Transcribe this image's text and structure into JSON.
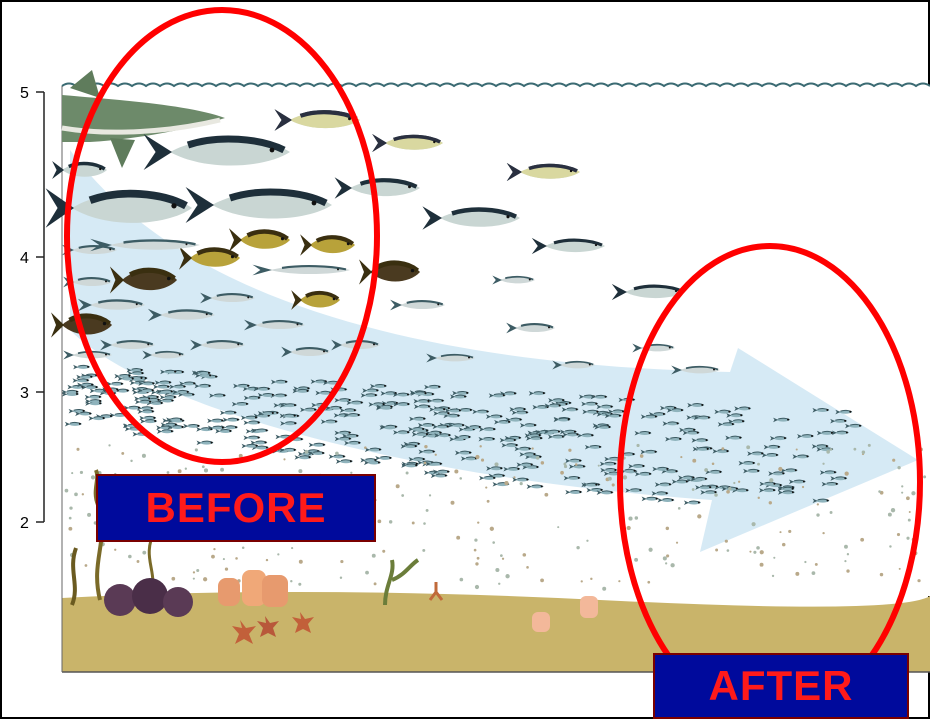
{
  "axis": {
    "ticks": [
      "5",
      "4",
      "3",
      "2"
    ]
  },
  "labels": {
    "before": "BEFORE",
    "after": "AFTER"
  },
  "colors": {
    "frame": "#000000",
    "sea_floor": "#c9b46a",
    "arrow_fill": "#cfe6f3",
    "highlight_ellipse": "#ff0000",
    "label_bg": "#000a9c",
    "label_text": "#ff1a1a"
  },
  "icons": [
    "shark-icon",
    "tuna-icon",
    "rockfish-icon",
    "small-fish-icon",
    "sea-urchin-icon",
    "kelp-icon",
    "sponge-icon",
    "starfish-icon",
    "coral-icon"
  ]
}
